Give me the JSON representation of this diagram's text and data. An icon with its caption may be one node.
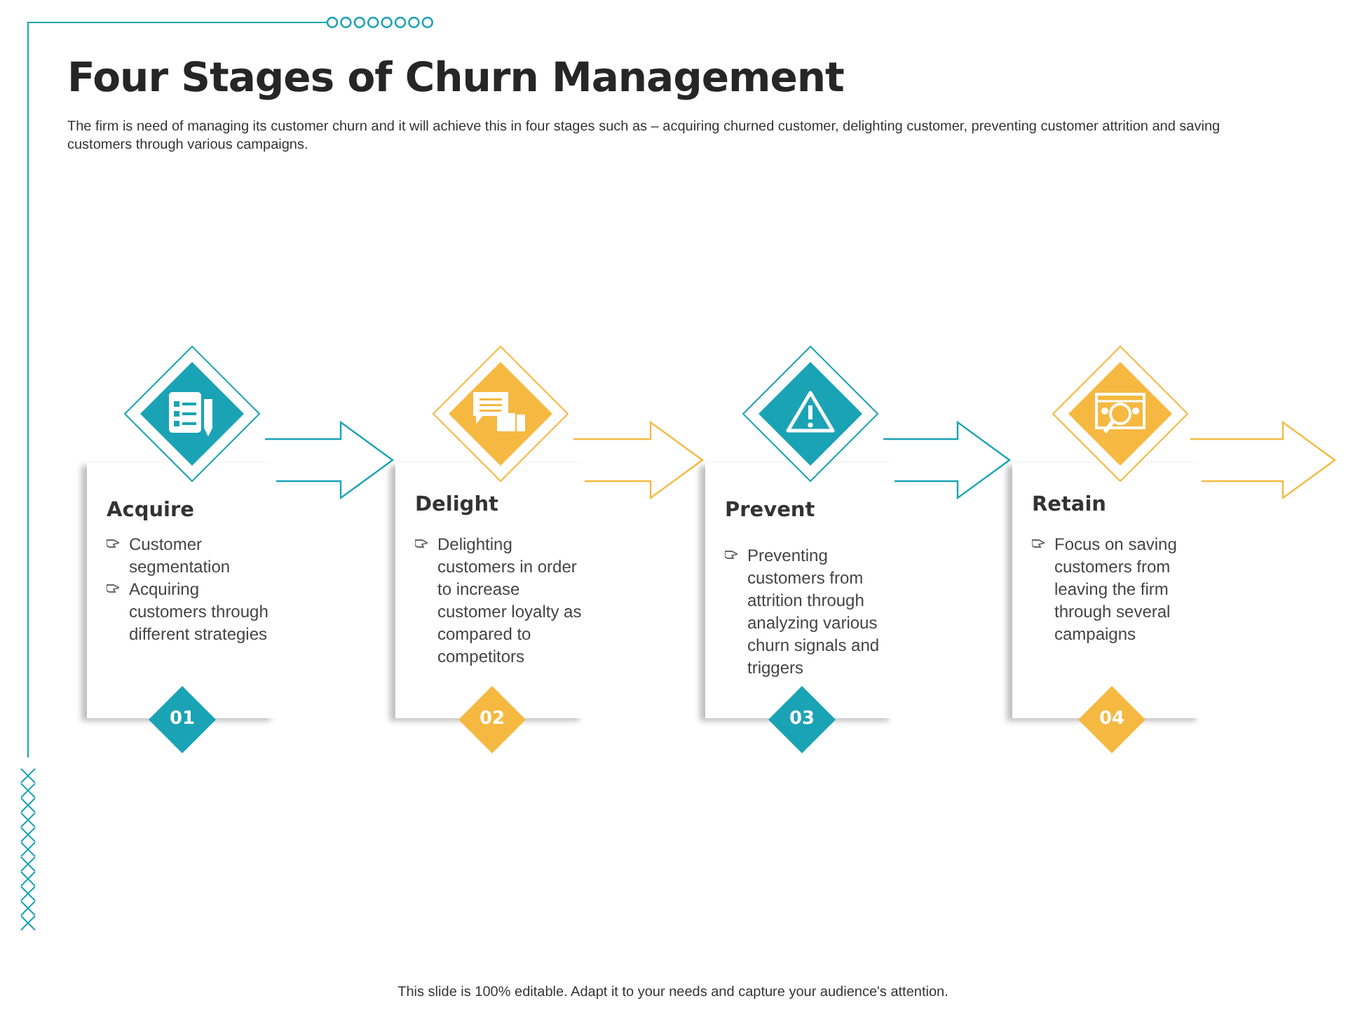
{
  "diagram": {
    "title": "Four Stages of Churn Management",
    "caption": "This slide is 100% editable. Adapt it to your needs and capture your audience's attention.",
    "nodes": [
      {
        "text": [
          "Acquire",
          "Customer segmentation",
          "Acquiring customers through different strategies"
        ]
      },
      {
        "text": [
          "Delight",
          "Delighting customers in order to increase customer loyalty as compared to competitors"
        ]
      },
      {
        "text": [
          "Prevent",
          "Preventing customers from attrition through analyzing various churn signals and triggers"
        ]
      },
      {
        "text": [
          "Retain",
          "Focus on saving customers from leaving the firm through several campaigns"
        ]
      },
      {
        "text": [
          "01"
        ]
      },
      {
        "text": [
          "02"
        ]
      },
      {
        "text": [
          "03"
        ]
      },
      {
        "text": [
          "04"
        ]
      }
    ],
    "edges": [
      {
        "from": 0,
        "to": 1,
        "arrow": "to"
      },
      {
        "from": 1,
        "to": 2,
        "arrow": "to",
        "color": "#f5b942"
      },
      {
        "from": 2,
        "to": 3,
        "arrow": "to"
      },
      {
        "from": 3,
        "to": null,
        "arrow": "to",
        "color": "#f5b942"
      }
    ],
    "labels": [
      "The firm is need of managing its customer churn and it will achieve this in four stages such as – acquiring churned customer, delighting customer, preventing customer attrition and saving customers through various campaigns."
    ]
  }
}
